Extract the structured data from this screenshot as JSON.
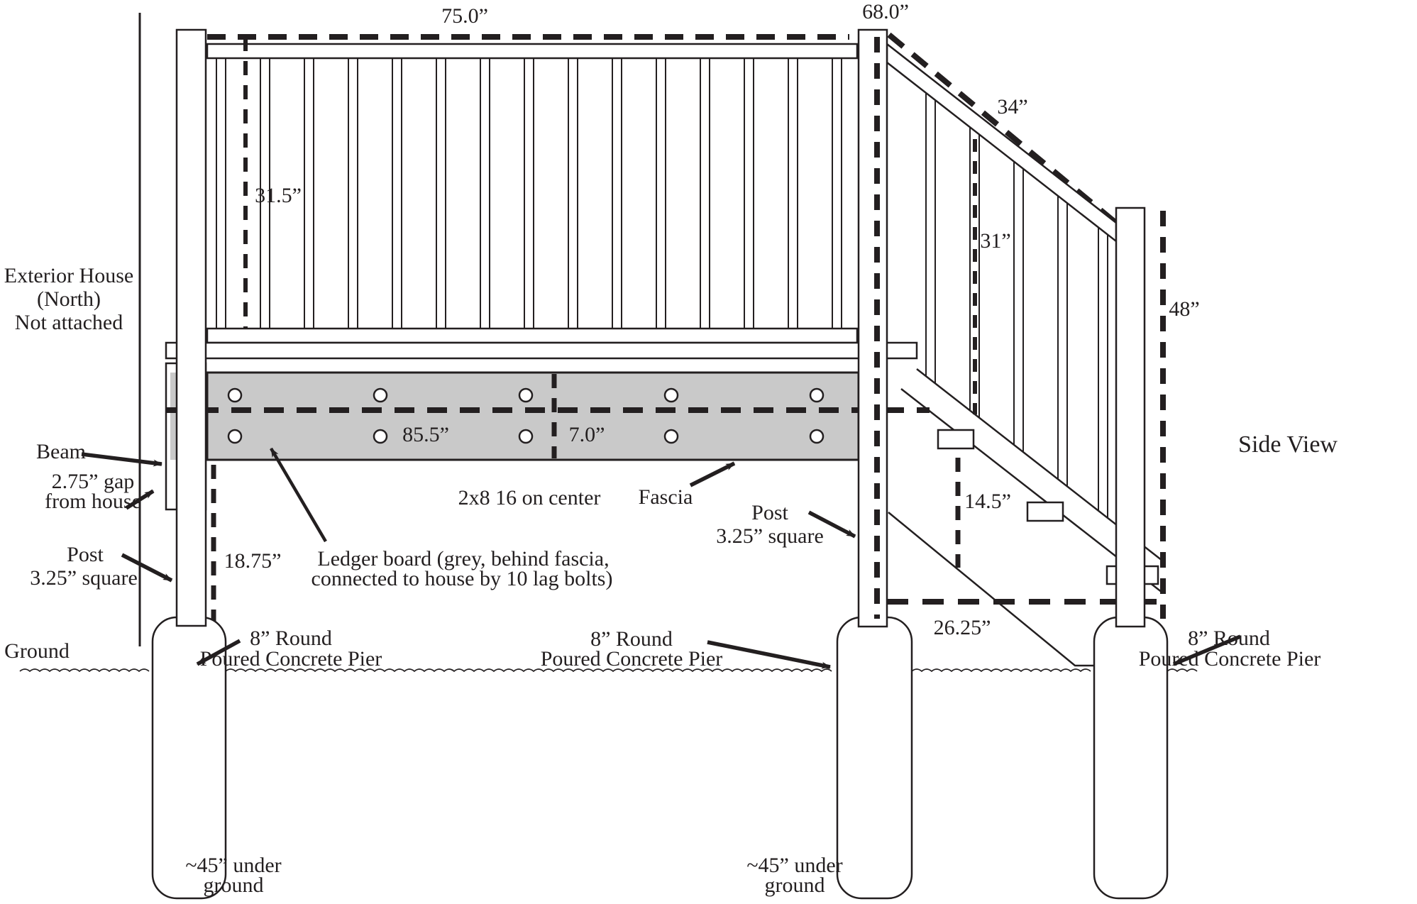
{
  "colors": {
    "ink": "#231f20",
    "ledger_grey": "#c9c9c9",
    "background": "#ffffff"
  },
  "labels": {
    "exterior_house_1": "Exterior House",
    "exterior_house_2": "(North)",
    "exterior_house_3": "Not attached",
    "beam": "Beam",
    "gap_1": "2.75” gap",
    "gap_2": "from house",
    "post_left_1": "Post",
    "post_left_2": "3.25” square",
    "post_right_1": "Post",
    "post_right_2": "3.25” square",
    "ground": "Ground",
    "pier_1": "8” Round",
    "pier_2": "Poured Concrete Pier",
    "under_ground_1": "~45” under",
    "under_ground_2": "ground",
    "ledger_1": "Ledger board (grey, behind fascia,",
    "ledger_2": "connected to house by 10 lag bolts)",
    "joists": "2x8 16 on center",
    "fascia": "Fascia",
    "side_view": "Side View"
  },
  "dimensions": {
    "deck_top_width": "75.0”",
    "stair_top_height": "68.0”",
    "stair_rail_length": "34”",
    "deck_baluster_height": "31.5”",
    "stair_baluster_height": "31”",
    "right_post_height": "48”",
    "ledger_span_left": "85.5”",
    "ledger_span_right": "7.0”",
    "post_below_deck": "18.75”",
    "stringer_depth": "14.5”",
    "stair_base_run": "26.25”"
  }
}
